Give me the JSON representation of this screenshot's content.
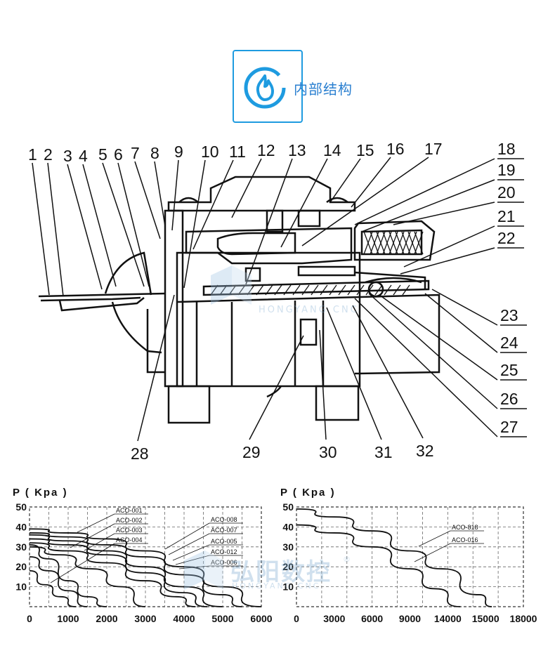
{
  "header": {
    "title": "内部结构",
    "icon": "flame-icon",
    "accent_color": "#1e9be0"
  },
  "watermark": {
    "brand_cn": "弘阳数控",
    "brand_en": "HONGYANG CNC",
    "registered": "®"
  },
  "diagram": {
    "part_labels": [
      "1",
      "2",
      "3",
      "4",
      "5",
      "6",
      "7",
      "8",
      "9",
      "10",
      "11",
      "12",
      "13",
      "14",
      "15",
      "16",
      "17",
      "18",
      "19",
      "20",
      "21",
      "22",
      "23",
      "24",
      "25",
      "26",
      "27",
      "28",
      "29",
      "30",
      "31",
      "32"
    ]
  },
  "chart_data": [
    {
      "type": "line",
      "ylabel": "P ( Kpa )",
      "xlim": [
        0,
        6000
      ],
      "ylim": [
        0,
        50
      ],
      "x_ticks": [
        0,
        1000,
        2000,
        3000,
        4000,
        5000,
        6000
      ],
      "y_ticks": [
        10,
        20,
        30,
        40,
        50
      ],
      "grid": true,
      "series": [
        {
          "name": "ACO-001",
          "x": [
            0,
            500,
            1000,
            1500,
            2000
          ],
          "y": [
            31,
            24,
            13,
            5,
            0
          ]
        },
        {
          "name": "ACO-002",
          "x": [
            0,
            500,
            1000,
            1500
          ],
          "y": [
            25,
            18,
            8,
            0
          ]
        },
        {
          "name": "ACO-003",
          "x": [
            0,
            800,
            1600,
            2400,
            3000
          ],
          "y": [
            30,
            26,
            19,
            10,
            0
          ]
        },
        {
          "name": "ACO-004",
          "x": [
            0,
            400,
            800,
            1200
          ],
          "y": [
            18,
            11,
            5,
            0
          ]
        },
        {
          "name": "ACO-008",
          "x": [
            0,
            1000,
            2000,
            3000,
            4000,
            5000,
            6000
          ],
          "y": [
            39,
            37,
            34,
            28,
            20,
            10,
            0
          ]
        },
        {
          "name": "ACO-007",
          "x": [
            0,
            1000,
            2000,
            3000,
            4000,
            5000,
            5500
          ],
          "y": [
            37,
            35,
            31,
            25,
            16,
            6,
            0
          ]
        },
        {
          "name": "ACO-005",
          "x": [
            0,
            1000,
            2000,
            3000,
            4000,
            5000
          ],
          "y": [
            36,
            33,
            28,
            20,
            10,
            0
          ]
        },
        {
          "name": "ACO-012",
          "x": [
            0,
            1000,
            2000,
            3000,
            4000,
            4600
          ],
          "y": [
            34,
            31,
            26,
            17,
            7,
            0
          ]
        },
        {
          "name": "ACO-006",
          "x": [
            0,
            1000,
            2000,
            3000,
            3800,
            4300
          ],
          "y": [
            32,
            28,
            22,
            13,
            5,
            0
          ]
        }
      ]
    },
    {
      "type": "line",
      "ylabel": "P ( Kpa )",
      "xlim": [
        0,
        18000
      ],
      "ylim": [
        0,
        50
      ],
      "x_ticks": [
        0,
        3000,
        6000,
        9000,
        14000,
        15000,
        18000
      ],
      "y_ticks": [
        10,
        20,
        30,
        40,
        50
      ],
      "grid": true,
      "series": [
        {
          "name": "ACO-818",
          "x": [
            0,
            3000,
            6000,
            9000,
            11500,
            14500,
            15500
          ],
          "y": [
            49,
            45,
            38,
            28,
            19,
            6,
            0
          ]
        },
        {
          "name": "ACO-016",
          "x": [
            0,
            3000,
            6000,
            9000,
            11000,
            13000
          ],
          "y": [
            41,
            37,
            30,
            19,
            9,
            0
          ]
        }
      ]
    }
  ]
}
